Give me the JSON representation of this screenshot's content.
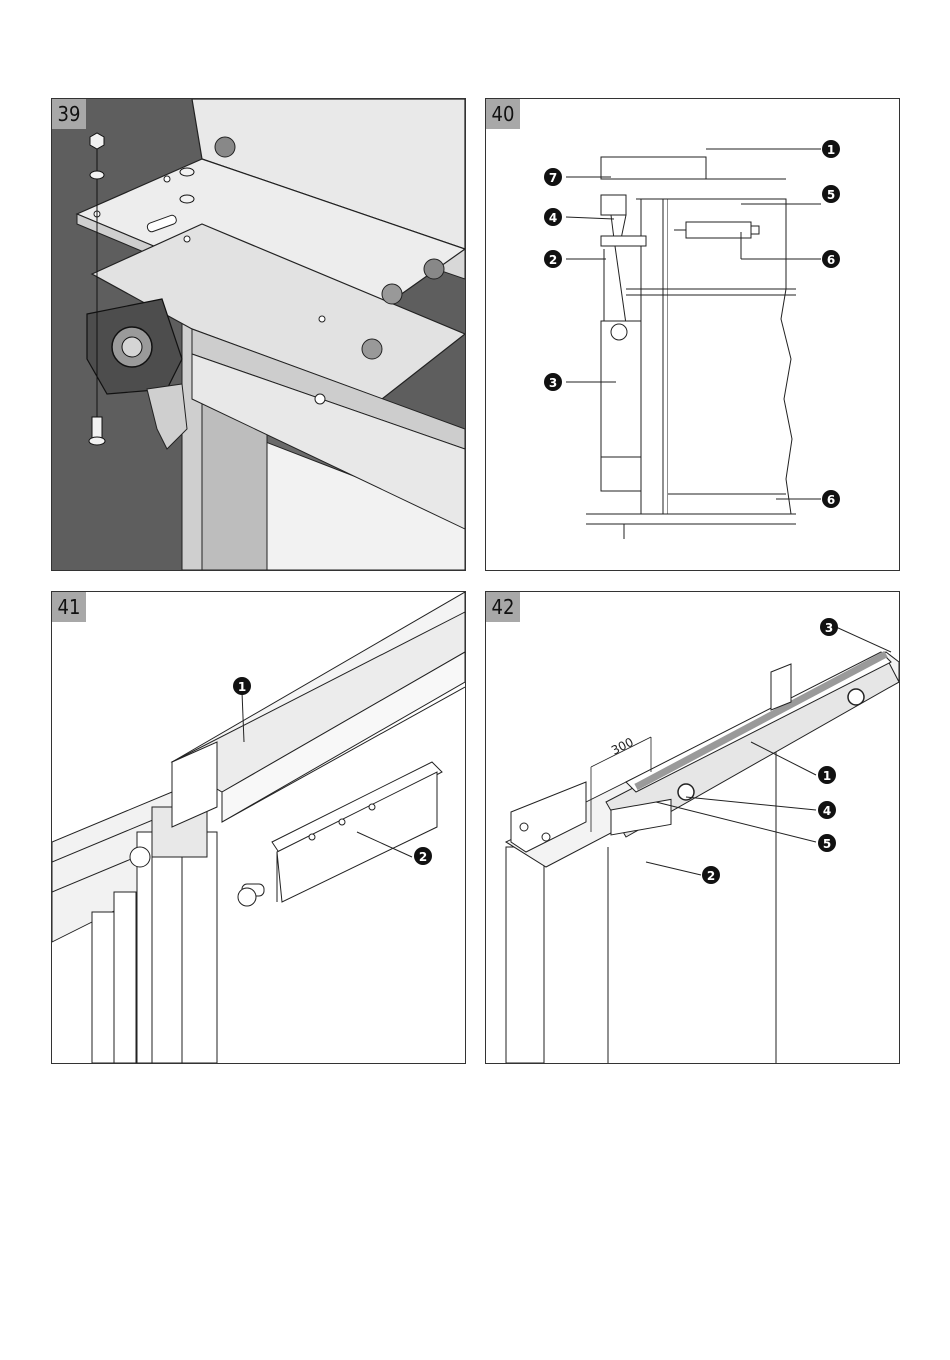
{
  "panels": [
    {
      "number": "39"
    },
    {
      "number": "40",
      "callouts": [
        "1",
        "7",
        "5",
        "4",
        "2",
        "6",
        "3",
        "6"
      ]
    },
    {
      "number": "41",
      "callouts": [
        "1",
        "2"
      ]
    },
    {
      "number": "42",
      "callouts": [
        "3",
        "1",
        "4",
        "5",
        "2"
      ],
      "dimension": "300"
    }
  ]
}
